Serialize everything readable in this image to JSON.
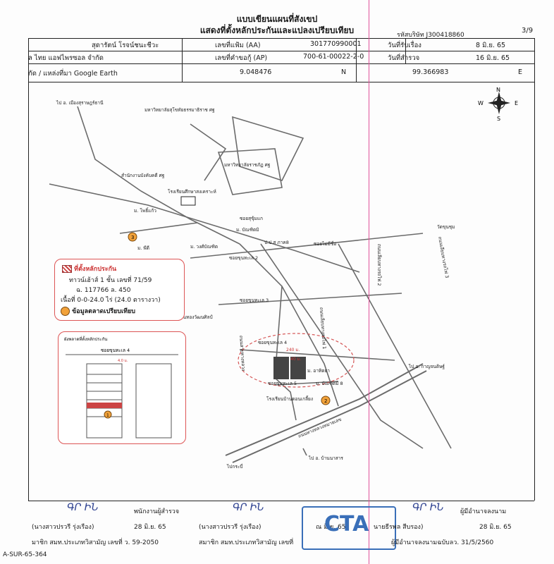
{
  "header": {
    "title_line1": "แบบเขียนแผนที่สังเขป",
    "title_line2": "แสดงที่ตั้งหลักประกันและแปลงเปรียบเทียบ",
    "page_number": "3/9",
    "ref_label": "รหัสบริษัท",
    "ref_value": "J300418860"
  },
  "info": {
    "name_value": "สุดารัตน์ โรจน์ชนะชีวะ",
    "file_label": "เลขที่แฟ้ม (AA)",
    "file_value": "301770990001",
    "received_label": "วันที่รับเรื่อง",
    "received_value": "8 มิ.ย. 65",
    "company_value": "ล ไทย แอฟไพรซอล จำกัด",
    "ap_label": "เลขที่คำขอกู้ (AP)",
    "ap_value": "700-61-00022-2-0",
    "survey_label": "วันที่สำรวจ",
    "survey_value": "16 มิ.ย. 65",
    "coord_label": "กัด / แหล่งที่มา Google Earth",
    "lat_value": "9.048476",
    "lat_dir": "N",
    "lon_value": "99.366983",
    "lon_dir": "E"
  },
  "map": {
    "compass_n": "N",
    "compass_s": "S",
    "compass_e": "E",
    "compass_w": "W",
    "labels": {
      "to_surat": "ไป อ. เมืองสุราษฎร์ธานี",
      "uni_sukhothai": "มหาวิทยาลัยสุโขทัยธรรมาธิราช ศฐ",
      "uni_rajabhat": "มหาวิทยาลัยราชภัฏ ศฐ",
      "land_office": "สำนักงานบังคับคดี ศฐ",
      "school": "โรงเรียนศึกษาสงเคราะห์",
      "village_phos": "ม. โพธิ์แก้ว",
      "village_pd": "ม. พีดี",
      "village_wongsakol": "ม. วงศ์บัณฑิต",
      "village_bundit": "ม. บัณฑิตมิ",
      "soi_sukkhum": "ซอยสุขุ้มแก",
      "soi_2": "ซอยขุนทะเล 2",
      "soi_3": "ซอยขุนทะเล 3",
      "soi_4": "ซอยขุนทะเล 4",
      "soi_5": "ซอยขุนทะเล 5",
      "pps": "ป.ป.ส ภาค8",
      "soi_maimi": "ซอยไม่มีชื่อ",
      "wat": "วัดขุนชุม",
      "road_rural2": "ถนนเลียบทางรถไฟ 2",
      "road_rural3": "ถนนเลียบทางรถไฟ 3",
      "road_rural1": "ถนนเลียบทางรถไฟ 1",
      "road_main": "ถนนสายทางหลวง",
      "resort": "เรือนทองวัฒนศิลป์",
      "village_athita": "ม. อาทิตยา",
      "village_bundit2": "ม. บัณฑิตมิ 8",
      "school2": "โรงเรียนบ้านดอนเกลี้ยง",
      "to_kanchanadit": "ไป อ. กาญจนดิษฐ์",
      "to_bannasan": "ไป อ. บ้านนาสาร",
      "to_krabi": "ไปกระบี่",
      "road_highway": "ถนนทางหลวงหมายเลข",
      "dist_240": "240 ม.",
      "dist_40": "40 ม.",
      "pin_1": "1",
      "pin_2": "2",
      "pin_3": "3",
      "inset_title": "ผังพลาดที่ตั้งหลักประกัน",
      "inset_soi": "ซอยขุนทะเล 4",
      "inset_dim": "4.0 ม."
    },
    "legend": {
      "title": "ที่ตั้งหลักประกัน",
      "line1": "ทาวน์เฮ้าส์ 1 ชั้น เลขที่ 71/59",
      "line2": "ฉ. 117766 ล. 450",
      "line3": "เนื้อที่ 0-0-24.0 ไร่ (24.0 ตารางวา)",
      "comparison": "ข้อมูลตลาดเปรียบเทียบ"
    },
    "colors": {
      "road": "#6b6b6b",
      "accent_red": "#d55555",
      "pin": "#f2a23a",
      "signature": "#2b3f8f",
      "margin_line": "#e0529a"
    }
  },
  "footer": {
    "inspector_role": "พนักงานผู้สำรวจ",
    "inspector_name": "(นางสาวปรวรี รุ่งเรือง)",
    "inspector_date": "28 มิ.ย. 65",
    "reviewer_name": "(นางสาวปรวรี รุ่งเรือง)",
    "reviewer_date": "ณ มิ.ย. 65",
    "approver_role": "ผู้มีอำนาจลงนาม",
    "approver_name": "นายธีรพล สีบรอง)",
    "approver_date": "28 มิ.ย. 65",
    "member1": "มาชิก สมท.ประเภทวิสามัญ เลขที่ ว. 59-2050",
    "member2": "สมาชิก สมท.ประเภทวิสามัญ เลขที่",
    "approver_note": "ผู้มีอำนาจลงนามฉบับลว. 31/5/2560",
    "form_code": "A-SUR-65-364",
    "stamp_text": "CTA"
  }
}
